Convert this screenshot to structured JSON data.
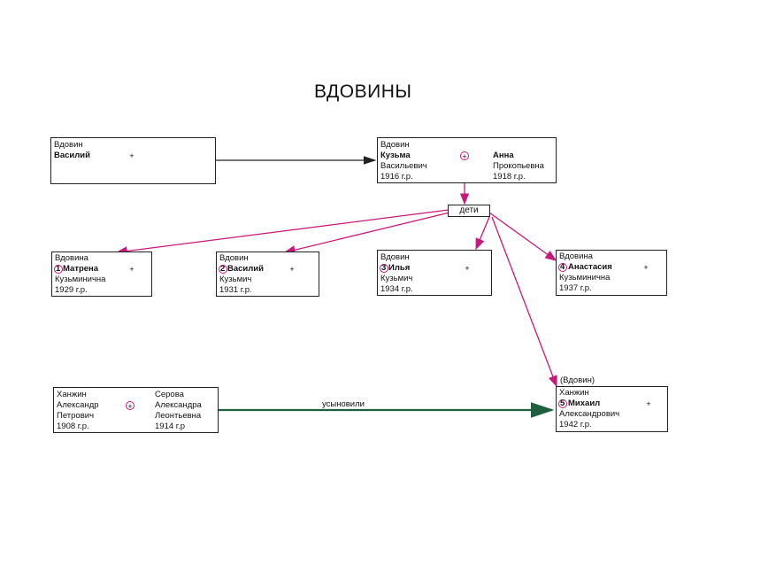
{
  "title": "ВДОВИНЫ",
  "connector_label": "дети",
  "adoption_label": "усыновили",
  "plus": "+",
  "colors": {
    "pink": "#c8197a",
    "dark": "#222222",
    "green": "#1f5f3f"
  },
  "root_left": {
    "surname": "Вдовин",
    "name": "Василий"
  },
  "root_right": {
    "surname": "Вдовин",
    "husband": {
      "name": "Кузьма",
      "patronymic": "Васильевич",
      "year": "1916 г.р."
    },
    "wife": {
      "name": "Анна",
      "patronymic": "Прокопьевна",
      "year": "1918 г.р."
    }
  },
  "children": [
    {
      "num": "1",
      "surname": "Вдовина",
      "name": "Матрена",
      "patronymic": "Кузьминична",
      "year": "1929 г.р."
    },
    {
      "num": "2",
      "surname": "Вдовин",
      "name": "Василий",
      "patronymic": "Кузьмич",
      "year": "1931 г.р."
    },
    {
      "num": "3",
      "surname": "Вдовин",
      "name": "Илья",
      "patronymic": "Кузьмич",
      "year": "1934 г.р."
    },
    {
      "num": "4",
      "surname": "Вдовина",
      "name": "Анастасия",
      "patronymic": "Кузьминична",
      "year": "1937 г.р."
    },
    {
      "num": "5",
      "note": "(Вдовин)",
      "surname": "Ханжин",
      "name": "Михаил",
      "patronymic": "Александрович",
      "year": "1942 г.р."
    }
  ],
  "adoptive_parents": {
    "husband": {
      "surname": "Ханжин",
      "name": "Александр",
      "patronymic": "Петрович",
      "year": "1908 г.р."
    },
    "wife": {
      "surname": "Серова",
      "name": "Александра",
      "patronymic": "Леонтьевна",
      "year": "1914 г.р"
    }
  }
}
